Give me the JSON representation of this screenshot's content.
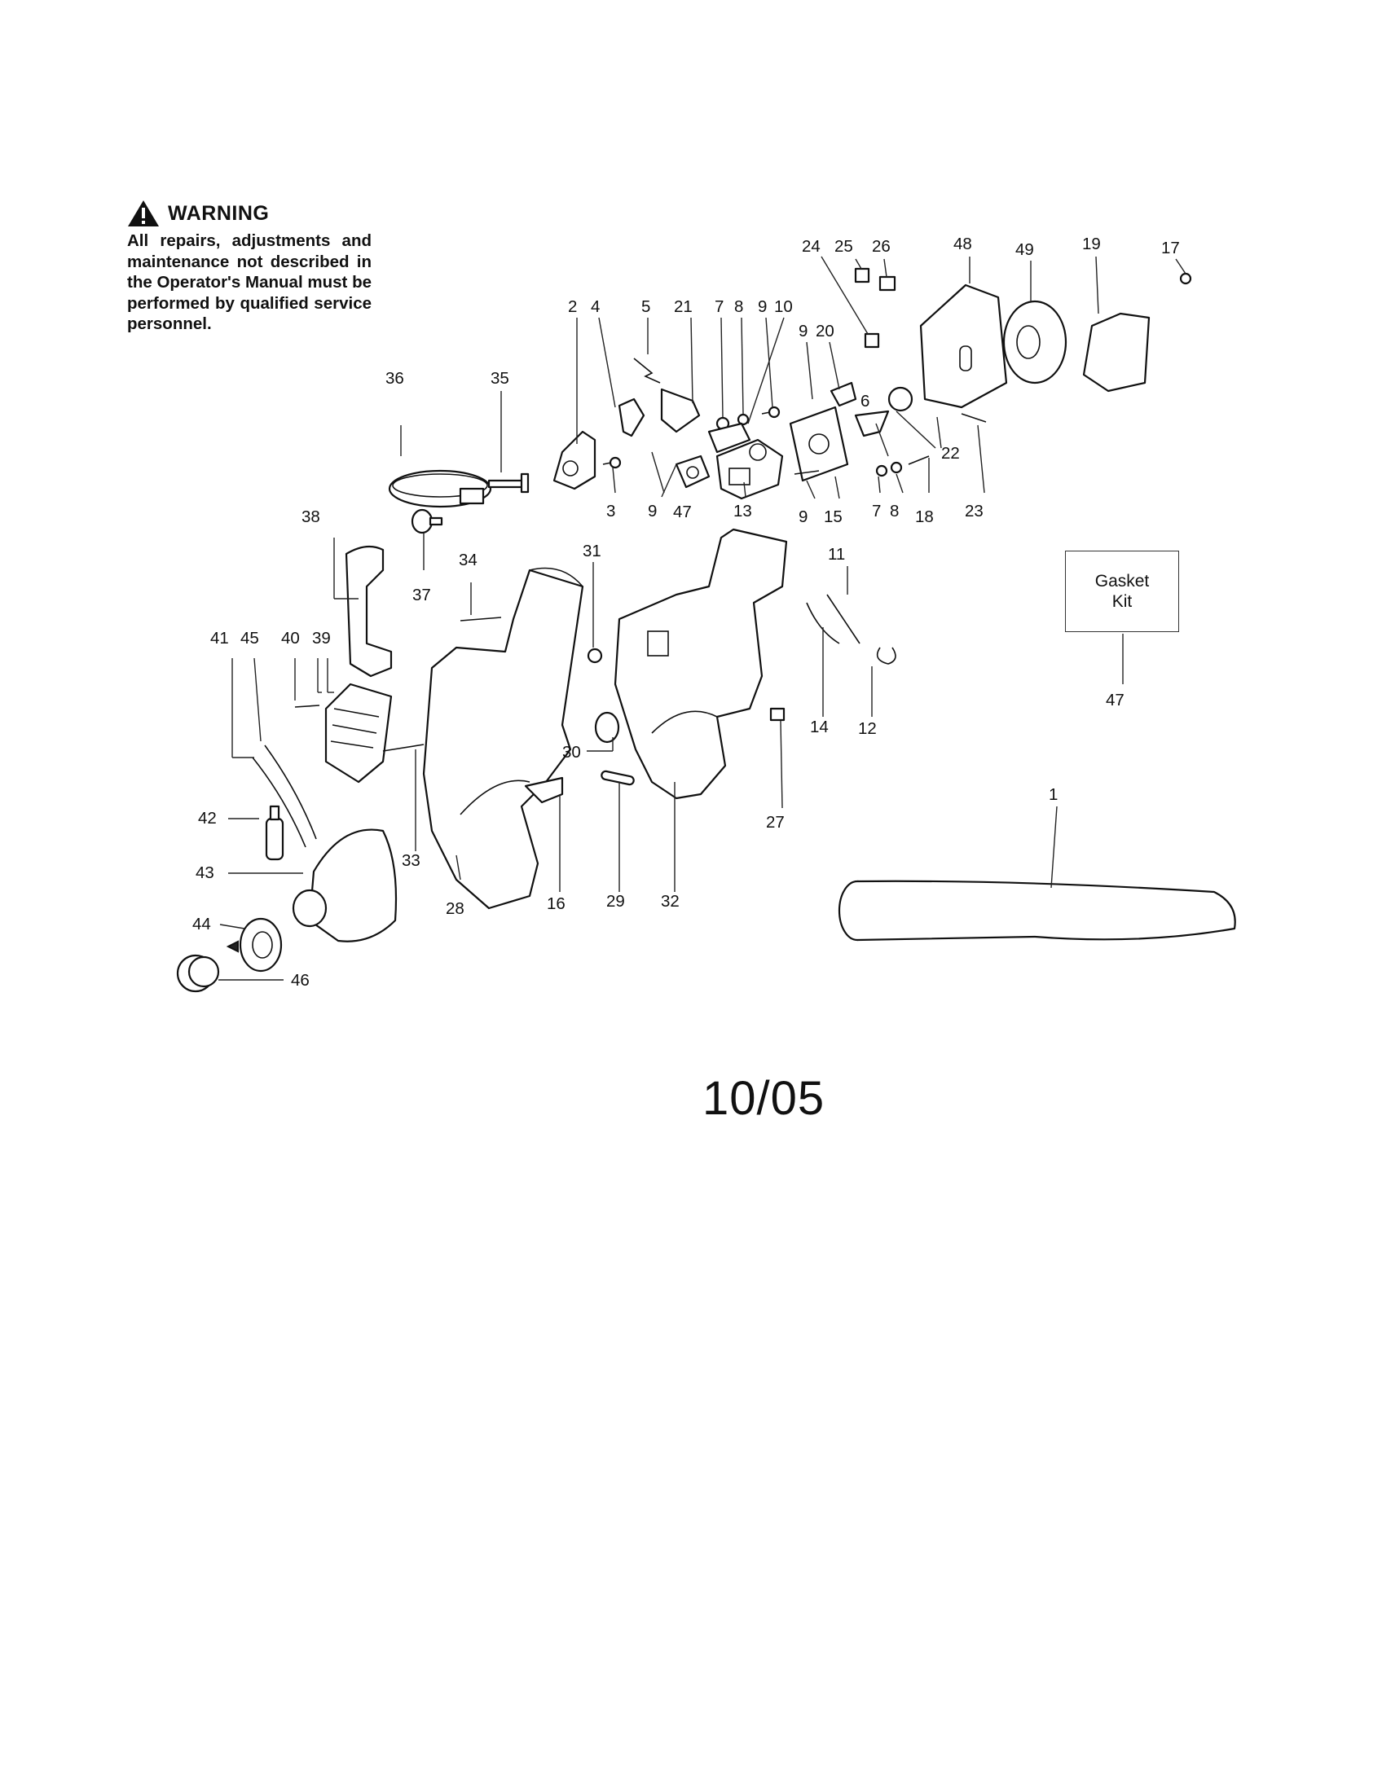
{
  "warning": {
    "title": "WARNING",
    "body": "All repairs, adjustments and maintenance not described in the Operator's Manual must be performed by qualified service personnel."
  },
  "gasket_box": {
    "label": "Gasket Kit",
    "ref": "47"
  },
  "date_code": "10/05",
  "callouts": [
    "1",
    "2",
    "3",
    "4",
    "5",
    "6",
    "7",
    "8",
    "9",
    "10",
    "11",
    "12",
    "13",
    "14",
    "15",
    "16",
    "17",
    "18",
    "19",
    "20",
    "21",
    "22",
    "23",
    "24",
    "25",
    "26",
    "27",
    "28",
    "29",
    "30",
    "31",
    "32",
    "33",
    "34",
    "35",
    "36",
    "37",
    "38",
    "39",
    "40",
    "41",
    "42",
    "43",
    "44",
    "45",
    "46",
    "47",
    "48",
    "49"
  ],
  "repeated_callouts": {
    "7": "7",
    "8": "8",
    "9": "9",
    "47": "47"
  }
}
